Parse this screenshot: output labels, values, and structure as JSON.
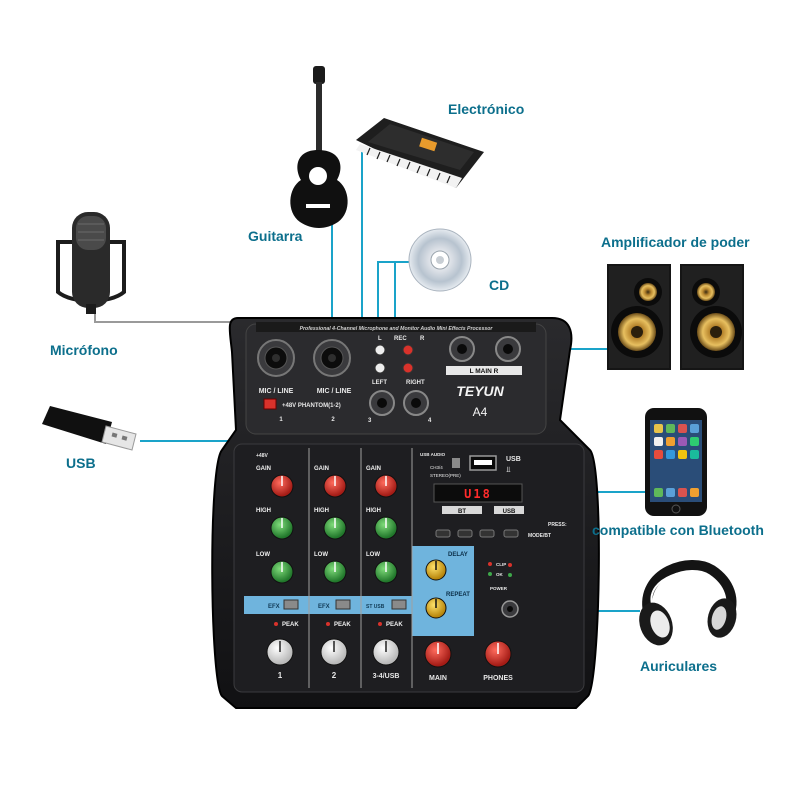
{
  "labels": {
    "guitar": "Guitarra",
    "keyboard": "Electrónico",
    "cd": "CD",
    "mic": "Micrófono",
    "usb": "USB",
    "speakers": "Amplificador de poder",
    "bluetooth": "compatible con Bluetooth",
    "headphones": "Auriculares"
  },
  "mixer": {
    "brand": "TEYUN",
    "model": "A4",
    "header_text": "Professional 4-Channel Microphone and Monitor Audio Mini Effects Processor",
    "phantom_label": "+48V PHANTOM(1-2)",
    "mic_line_1": "MIC / LINE",
    "mic_line_2": "MIC / LINE",
    "input_1": "1",
    "input_2": "2",
    "rec_label": "REC",
    "rec_l": "L",
    "rec_r": "R",
    "left_label": "LEFT",
    "right_label": "RIGHT",
    "in_3": "3",
    "in_4": "4",
    "main_label": "L  MAIN  R",
    "usb_label": "USB",
    "usb_audio": "USB AUDIO",
    "ch34_option": "CH3/4",
    "stereo_option": "STEREO(PRE)",
    "display_value": "U18",
    "bt_badge": "BT",
    "usb_badge": "USB",
    "press_label": "PRESS:",
    "mode_label": "MODE/BT",
    "gain": "GAIN",
    "high": "HIGH",
    "low": "LOW",
    "efx": "EFX",
    "st_usb": "ST USB",
    "peak": "PEAK",
    "delay": "DELAY",
    "repeat": "REPEAT",
    "clip": "CLIP",
    "ok": "OK",
    "power": "POWER",
    "ch1": "1",
    "ch2": "2",
    "ch34": "3-4/USB",
    "main": "MAIN",
    "phones": "PHONES",
    "plus48": "+48V"
  },
  "colors": {
    "connector": "#1aa3c9",
    "label": "#0c6f8c",
    "mixer_body": "#1c1c1e",
    "panel_blue": "#5aa9d6",
    "knob_red": "#d9322b",
    "knob_green": "#3ea84a",
    "knob_white": "#f3f3f3"
  },
  "icons": [
    "guitar-icon",
    "keyboard-icon",
    "cd-icon",
    "microphone-icon",
    "usb-stick-icon",
    "speaker-icon",
    "smartphone-icon",
    "headphones-icon"
  ]
}
